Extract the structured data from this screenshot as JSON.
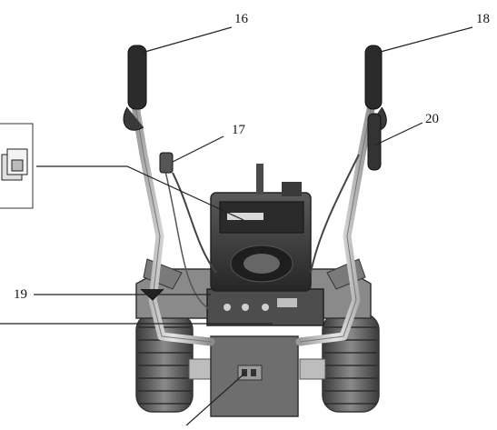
{
  "callouts": {
    "c16": "16",
    "c17": "17",
    "c18": "18",
    "c19": "19",
    "c20": "20"
  },
  "colors": {
    "leader": "#222222",
    "metal": "#cfcfcf",
    "engine": "#3a3a3a",
    "tire": "#4a4a4a",
    "grip": "#2b2b2b"
  }
}
